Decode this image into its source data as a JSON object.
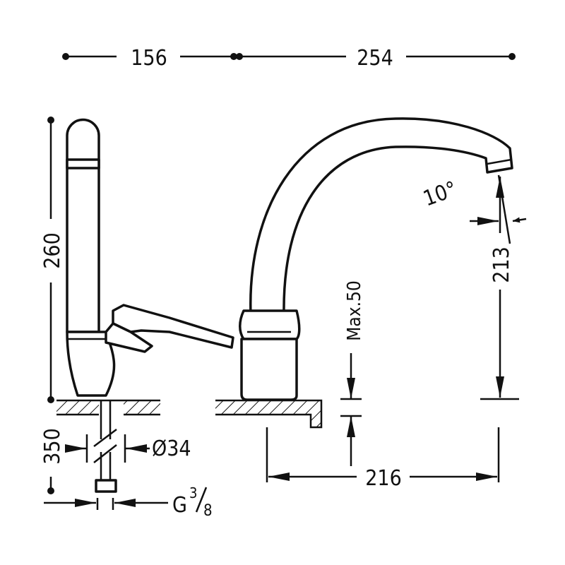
{
  "title": "Single-lever sink mixer dimension drawing",
  "dimensions": {
    "top_left_width": "156",
    "top_right_width": "254",
    "height_left": "260",
    "spout_angle": "10°",
    "spout_height": "213",
    "max_deck_thickness": "Max.50",
    "spout_reach": "216",
    "hose_length": "350",
    "hole_diameter": "Ø34",
    "connection_thread_prefix": "G",
    "connection_thread_num": "3",
    "connection_thread_den": "8"
  },
  "colors": {
    "line": "#111111",
    "background": "#ffffff"
  }
}
